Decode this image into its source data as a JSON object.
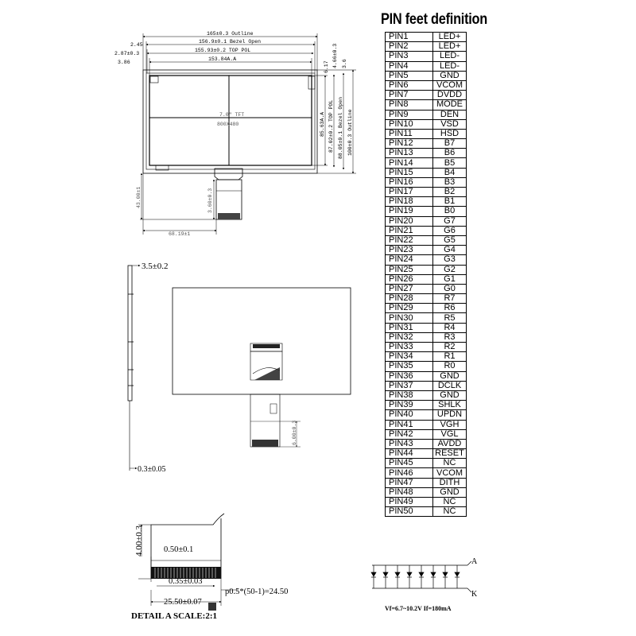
{
  "pin_table": {
    "title": "PIN feet definition",
    "rows": [
      {
        "pin": "PIN1",
        "signal": "LED+"
      },
      {
        "pin": "PIN2",
        "signal": "LED+"
      },
      {
        "pin": "PIN3",
        "signal": "LED-"
      },
      {
        "pin": "PIN4",
        "signal": "LED-"
      },
      {
        "pin": "PIN5",
        "signal": "GND"
      },
      {
        "pin": "PIN6",
        "signal": "VCOM"
      },
      {
        "pin": "PIN7",
        "signal": "DVDD"
      },
      {
        "pin": "PIN8",
        "signal": "MODE"
      },
      {
        "pin": "PIN9",
        "signal": "DEN"
      },
      {
        "pin": "PIN10",
        "signal": "VSD"
      },
      {
        "pin": "PIN11",
        "signal": "HSD"
      },
      {
        "pin": "PIN12",
        "signal": "B7"
      },
      {
        "pin": "PIN13",
        "signal": "B6"
      },
      {
        "pin": "PIN14",
        "signal": "B5"
      },
      {
        "pin": "PIN15",
        "signal": "B4"
      },
      {
        "pin": "PIN16",
        "signal": "B3"
      },
      {
        "pin": "PIN17",
        "signal": "B2"
      },
      {
        "pin": "PIN18",
        "signal": "B1"
      },
      {
        "pin": "PIN19",
        "signal": "B0"
      },
      {
        "pin": "PIN20",
        "signal": "G7"
      },
      {
        "pin": "PIN21",
        "signal": "G6"
      },
      {
        "pin": "PIN22",
        "signal": "G5"
      },
      {
        "pin": "PIN23",
        "signal": "G4"
      },
      {
        "pin": "PIN24",
        "signal": "G3"
      },
      {
        "pin": "PIN25",
        "signal": "G2"
      },
      {
        "pin": "PIN26",
        "signal": "G1"
      },
      {
        "pin": "PIN27",
        "signal": "G0"
      },
      {
        "pin": "PIN28",
        "signal": "R7"
      },
      {
        "pin": "PIN29",
        "signal": "R6"
      },
      {
        "pin": "PIN30",
        "signal": "R5"
      },
      {
        "pin": "PIN31",
        "signal": "R4"
      },
      {
        "pin": "PIN32",
        "signal": "R3"
      },
      {
        "pin": "PIN33",
        "signal": "R2"
      },
      {
        "pin": "PIN34",
        "signal": "R1"
      },
      {
        "pin": "PIN35",
        "signal": "R0"
      },
      {
        "pin": "PIN36",
        "signal": "GND"
      },
      {
        "pin": "PIN37",
        "signal": "DCLK"
      },
      {
        "pin": "PIN38",
        "signal": "GND"
      },
      {
        "pin": "PIN39",
        "signal": "SHLK"
      },
      {
        "pin": "PIN40",
        "signal": "UPDN"
      },
      {
        "pin": "PIN41",
        "signal": "VGH"
      },
      {
        "pin": "PIN42",
        "signal": "VGL"
      },
      {
        "pin": "PIN43",
        "signal": "AVDD"
      },
      {
        "pin": "PIN44",
        "signal": "RESET"
      },
      {
        "pin": "PIN45",
        "signal": "NC"
      },
      {
        "pin": "PIN46",
        "signal": "VCOM"
      },
      {
        "pin": "PIN47",
        "signal": "DITH"
      },
      {
        "pin": "PIN48",
        "signal": "GND"
      },
      {
        "pin": "PIN49",
        "signal": "NC"
      },
      {
        "pin": "PIN50",
        "signal": "NC"
      }
    ]
  },
  "top_view": {
    "dim_outline_w": "165±0.3 Outline",
    "dim_bezel_w": "156.9±0.1 Bezel Open",
    "dim_toppol_w": "155.93±0.2 TOP POL",
    "dim_aa_w": "153.84A.A",
    "dim_left_1": "2.45",
    "dim_left_2": "2.87±0.3",
    "dim_left_3": "3.86",
    "dim_right_1": "6.17",
    "dim_right_2": "4.66±0.3",
    "dim_right_3": "3.6",
    "dim_aa_h": "85.63A.A",
    "dim_toppol_h": "87.02±0.2 TOP POL",
    "dim_bezel_h": "88.05±0.1 Bezel Open",
    "dim_outline_h": "100±0.3 Outline",
    "panel_label": "7.0\" TFT",
    "panel_resolution": "800X480",
    "dim_fpc_len": "43.00±1",
    "dim_fpc_tail": "3.60±0.3",
    "dim_fpc_offset": "68.19±1"
  },
  "side_view": {
    "dim_thickness": "3.5±0.2",
    "dim_fpc_thickness": "0.3±0.05"
  },
  "back_view": {
    "dim_fpc_stiffener": "6.00±0.3"
  },
  "detail": {
    "dim_height": "4.00±0.3",
    "dim_pitch_width": "0.50±0.1",
    "dim_gap": "0.35±0.03",
    "dim_total": "25.50±0.07",
    "pitch_formula": "p0.5*(50-1)=24.50",
    "title": "DETAIL A  SCALE:2:1"
  },
  "led": {
    "anode": "A",
    "cathode": "K",
    "spec": "Vf=6.7~10.2V  If=180mA"
  },
  "palette": {
    "line": "#000000",
    "light": "#555555",
    "fill_dark": "#222222"
  }
}
